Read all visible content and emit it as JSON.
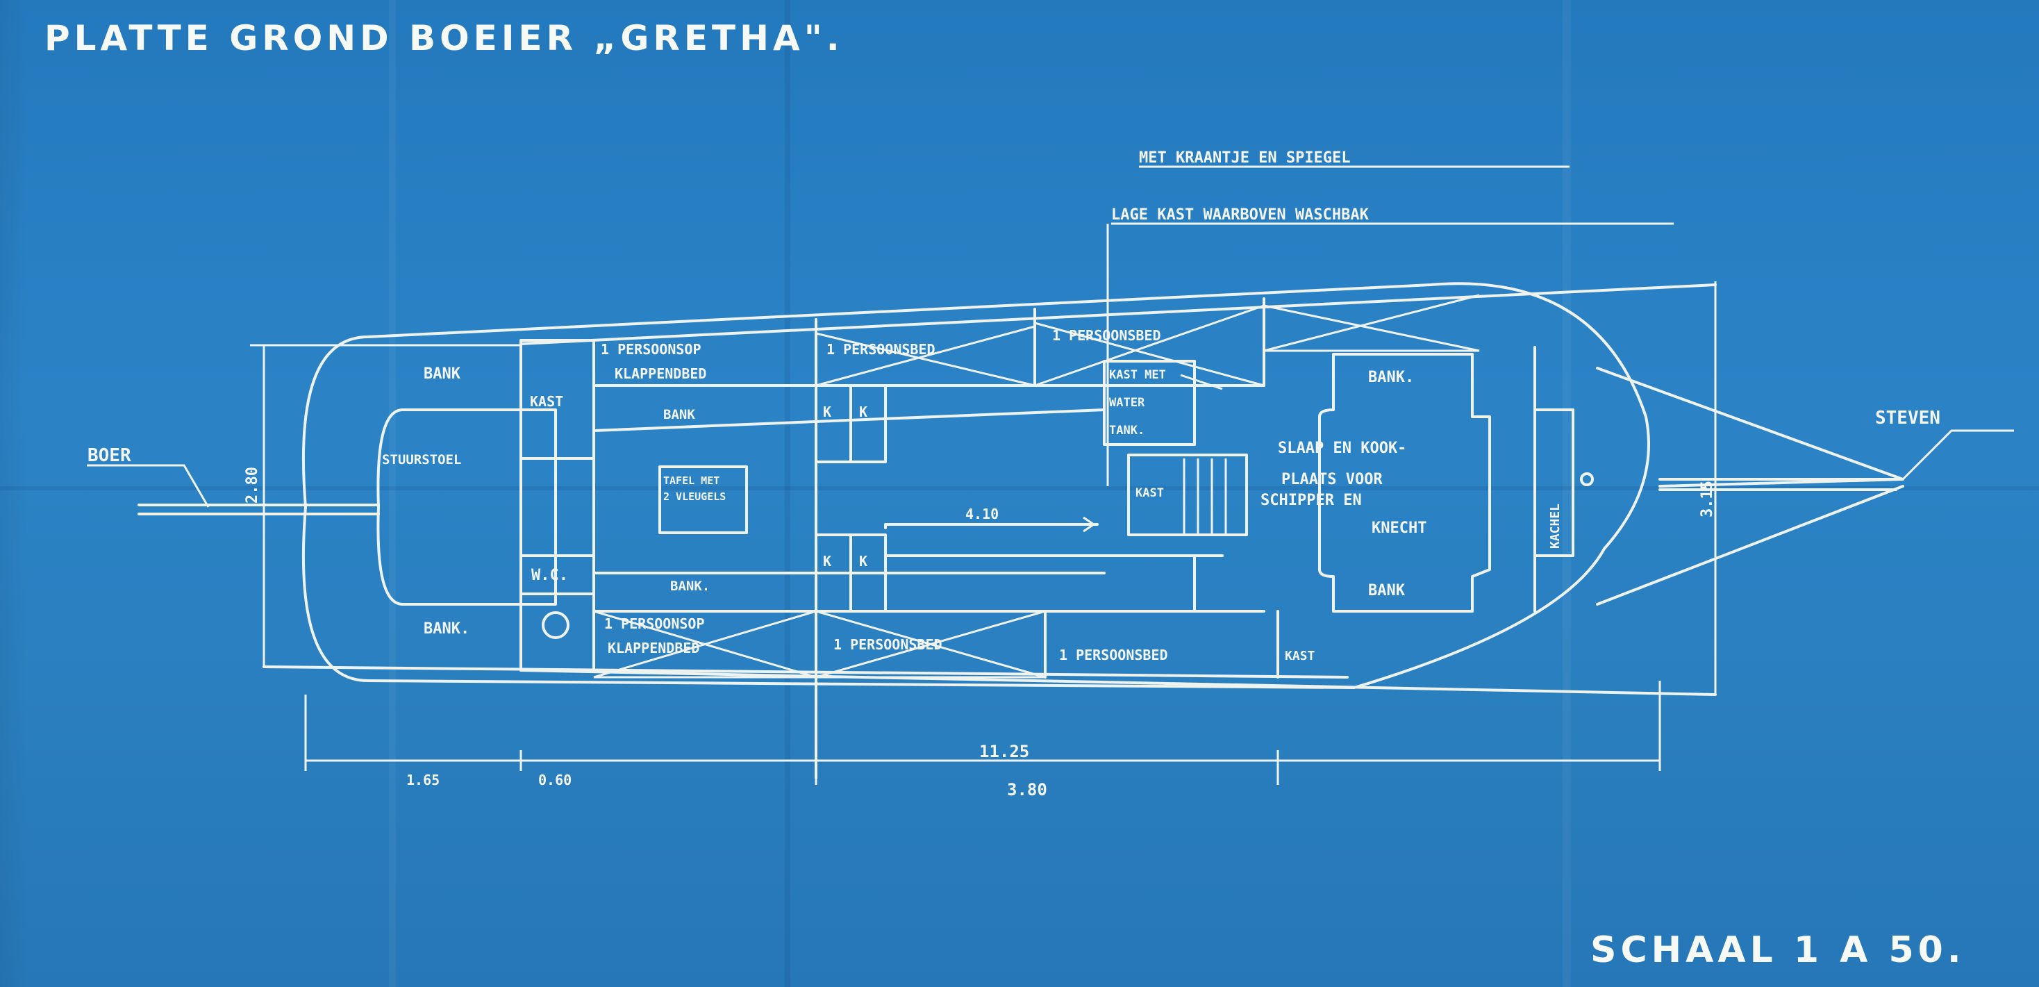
{
  "title": "PLATTE GROND BOEIER „GRETHA\".",
  "scale": "SCHAAL 1 A 50.",
  "labels": {
    "boer": "BOER",
    "steven": "STEVEN",
    "note_top": "MET KRAANTJE EN SPIEGEL",
    "note_bottom": "LAGE KAST WAARBOVEN WASCHBAK",
    "bank_tl": "BANK",
    "bank_bl": "BANK.",
    "kast_top": "KAST",
    "stuurstoel": "STUURSTOEL",
    "tafel": "TAFEL MET",
    "tafel2": "2 VLEUGELS",
    "wc": "W.C.",
    "bank_mid_top": "BANK",
    "bank_mid_bot": "BANK.",
    "bed_top1": "1 PERSOONSOP",
    "bed_top1b": "KLAPPENDBED",
    "bed_top2": "1 PERSOONSBED",
    "bed_top3": "1 PERSOONSBED",
    "bed_bot1": "1 PERSOONSOP",
    "bed_bot1b": "KLAPPENDBED",
    "bed_bot2": "1 PERSOONSBED",
    "bed_bot3": "1 PERSOONSBED",
    "kast_bot": "KAST",
    "k": "K",
    "watertank1": "KAST MET",
    "watertank2": "WATER",
    "watertank3": "TANK.",
    "kast_stair": "KAST",
    "bank_right_top": "BANK.",
    "bank_right_bot": "BANK",
    "slaap1": "SLAAP EN KOOK-",
    "slaap2": "PLAATS VOOR",
    "slaap3": "SCHIPPER EN",
    "slaap4": "KNECHT",
    "kachel": "KACHEL",
    "dim_410": "4.10",
    "dim_1125": "11.25",
    "dim_380": "3.80",
    "dim_165": "1.65",
    "dim_060": "0.60",
    "dim_280": "2.80",
    "dim_315": "3.15"
  }
}
